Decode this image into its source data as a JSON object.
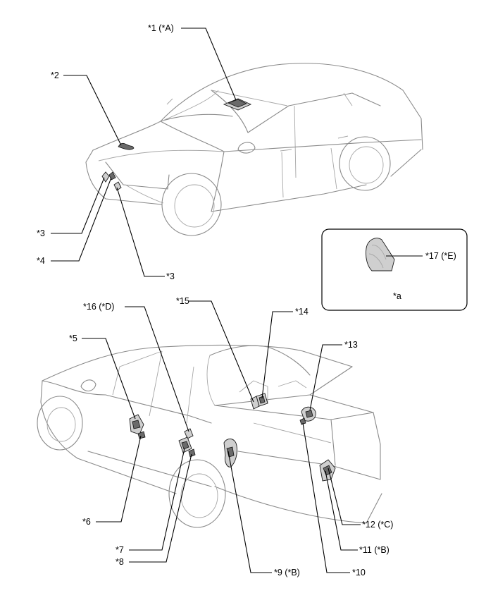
{
  "callouts": {
    "c1": "*1 (*A)",
    "c2": "*2",
    "c3a": "*3",
    "c3b": "*3",
    "c4": "*4",
    "c5": "*5",
    "c6": "*6",
    "c7": "*7",
    "c8": "*8",
    "c9": "*9 (*B)",
    "c10": "*10",
    "c11": "*11 (*B)",
    "c12": "*12 (*C)",
    "c13": "*13",
    "c14": "*14",
    "c15": "*15",
    "c16": "*16 (*D)",
    "c17": "*17 (*E)"
  },
  "inset": {
    "caption": "*a"
  }
}
